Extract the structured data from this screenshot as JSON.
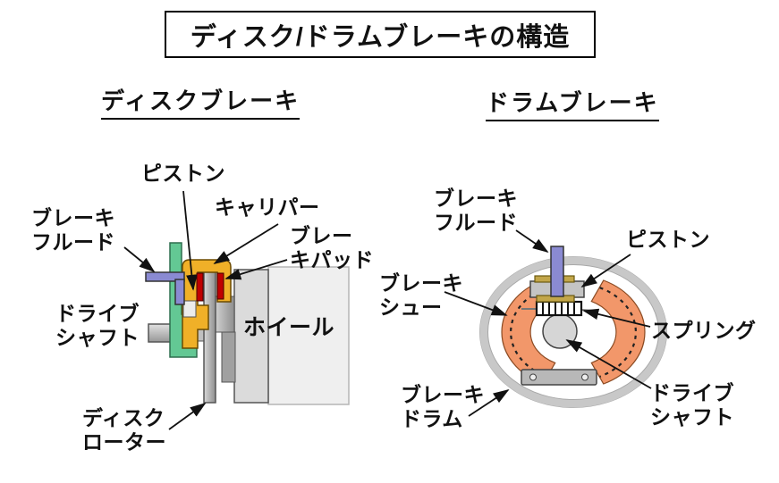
{
  "title": "ディスク/ドラムブレーキの構造",
  "disc_brake": {
    "heading": "ディスクブレーキ",
    "labels": {
      "piston": "ピストン",
      "caliper": "キャリパー",
      "brake_fluid": "ブレーキ\nフルード",
      "brake_pad": "ブレー\nキパッド",
      "drive_shaft": "ドライブ\nシャフト",
      "wheel": "ホイール",
      "disc_rotor": "ディスク\nローター"
    }
  },
  "drum_brake": {
    "heading": "ドラムブレーキ",
    "labels": {
      "brake_fluid": "ブレーキ\nフルード",
      "piston": "ピストン",
      "brake_shoe": "ブレーキ\nシュー",
      "spring": "スプリング",
      "brake_drum": "ブレーキ\nドラム",
      "drive_shaft": "ドライブ\nシャフト"
    }
  },
  "colors": {
    "backing_plate_green": "#63C894",
    "caliper_yellow": "#F0B028",
    "brake_pad_red": "#C00000",
    "fluid_line_purple": "#8A8AD2",
    "wheel_light_gray": "#EFEFEF",
    "rim_gray": "#DBDBDB",
    "drum_ring_gray": "#C8C8C8",
    "brake_shoe_orange": "#F2976A",
    "cylinder_gray": "#C4C4C4",
    "seal_tan": "#C2A649"
  }
}
